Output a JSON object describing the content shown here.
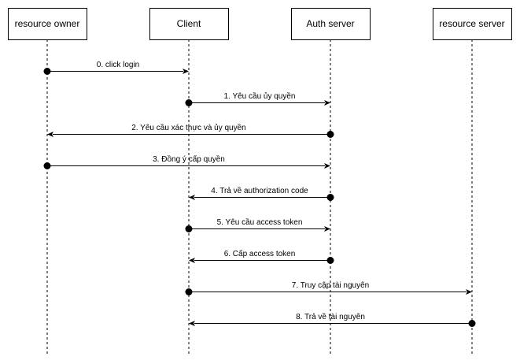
{
  "participants": [
    {
      "id": "resource-owner",
      "label": "resource owner"
    },
    {
      "id": "client",
      "label": "Client"
    },
    {
      "id": "auth-server",
      "label": "Auth server"
    },
    {
      "id": "resource-server",
      "label": "resource server"
    }
  ],
  "messages": [
    {
      "from": 0,
      "to": 1,
      "label": "0. click login"
    },
    {
      "from": 1,
      "to": 2,
      "label": "1. Yêu cầu ủy quyền"
    },
    {
      "from": 2,
      "to": 0,
      "label": "2. Yêu cầu xác thực và ủy quyền"
    },
    {
      "from": 0,
      "to": 2,
      "label": "3. Đồng ý cấp quyền"
    },
    {
      "from": 2,
      "to": 1,
      "label": "4. Trả về authorization code"
    },
    {
      "from": 1,
      "to": 2,
      "label": "5. Yêu cầu access token"
    },
    {
      "from": 2,
      "to": 1,
      "label": "6. Cấp access token"
    },
    {
      "from": 1,
      "to": 3,
      "label": "7. Truy cập tài nguyên"
    },
    {
      "from": 3,
      "to": 1,
      "label": "8. Trả về tài nguyên"
    }
  ]
}
